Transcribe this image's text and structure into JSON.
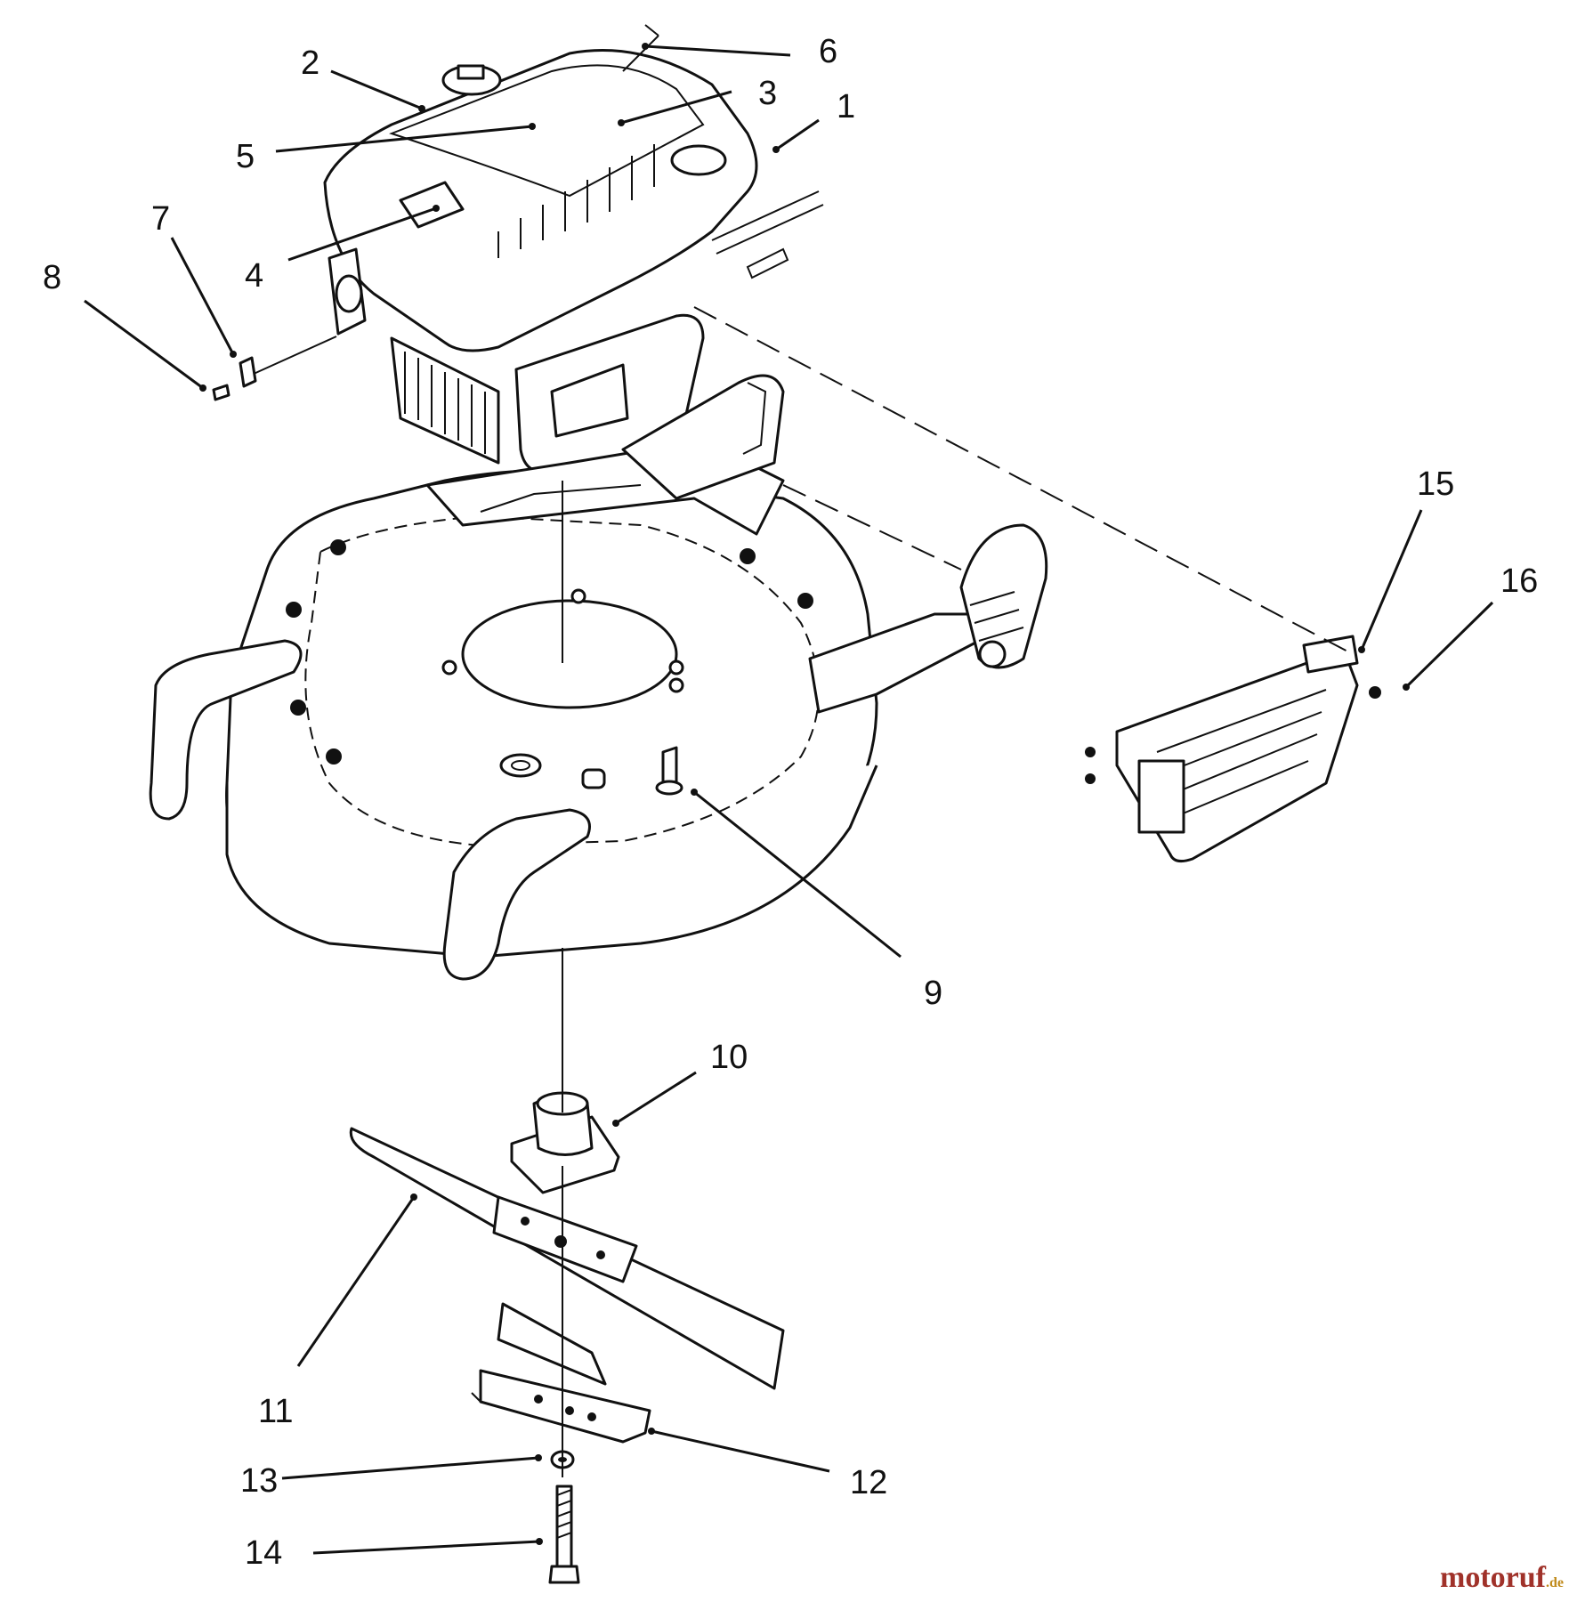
{
  "diagram": {
    "callouts": [
      {
        "id": "1",
        "text": "1"
      },
      {
        "id": "2",
        "text": "2"
      },
      {
        "id": "3",
        "text": "3"
      },
      {
        "id": "4",
        "text": "4"
      },
      {
        "id": "5",
        "text": "5"
      },
      {
        "id": "6",
        "text": "6"
      },
      {
        "id": "7",
        "text": "7"
      },
      {
        "id": "8",
        "text": "8"
      },
      {
        "id": "9",
        "text": "9"
      },
      {
        "id": "10",
        "text": "10"
      },
      {
        "id": "11",
        "text": "11"
      },
      {
        "id": "12",
        "text": "12"
      },
      {
        "id": "13",
        "text": "13"
      },
      {
        "id": "14",
        "text": "14"
      },
      {
        "id": "15",
        "text": "15"
      },
      {
        "id": "16",
        "text": "16"
      }
    ]
  },
  "watermark": {
    "brand": "motoruf",
    "suffix": ".de"
  }
}
